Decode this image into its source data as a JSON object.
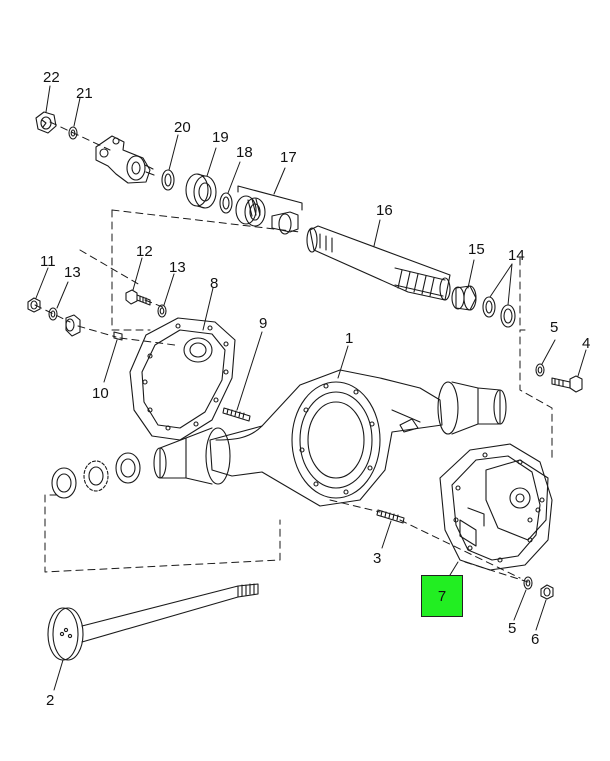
{
  "diagram": {
    "highlight_color": "#22ee22",
    "line_color": "#1a1a1a",
    "highlighted_callout": "7",
    "callouts": [
      {
        "id": "c1",
        "text": "1"
      },
      {
        "id": "c2",
        "text": "2"
      },
      {
        "id": "c3",
        "text": "3"
      },
      {
        "id": "c4",
        "text": "4"
      },
      {
        "id": "c5a",
        "text": "5"
      },
      {
        "id": "c5b",
        "text": "5"
      },
      {
        "id": "c6",
        "text": "6"
      },
      {
        "id": "c8",
        "text": "8"
      },
      {
        "id": "c9",
        "text": "9"
      },
      {
        "id": "c10",
        "text": "10"
      },
      {
        "id": "c11",
        "text": "11"
      },
      {
        "id": "c12",
        "text": "12"
      },
      {
        "id": "c13a",
        "text": "13"
      },
      {
        "id": "c13b",
        "text": "13"
      },
      {
        "id": "c14",
        "text": "14"
      },
      {
        "id": "c15",
        "text": "15"
      },
      {
        "id": "c16",
        "text": "16"
      },
      {
        "id": "c17",
        "text": "17"
      },
      {
        "id": "c18",
        "text": "18"
      },
      {
        "id": "c19",
        "text": "19"
      },
      {
        "id": "c20",
        "text": "20"
      },
      {
        "id": "c21",
        "text": "21"
      },
      {
        "id": "c22",
        "text": "22"
      }
    ]
  }
}
